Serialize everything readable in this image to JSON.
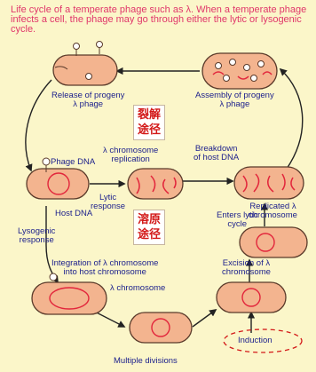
{
  "caption": "Life cycle of a temperate phage such as λ. When a temperate phage infects a cell, the phage may go through either the lytic or lysogenic cycle.",
  "labels": {
    "release": "Release of progeny\nλ phage",
    "assembly": "Assembly of progeny\nλ phage",
    "lambda_replication": "λ chromosome\nreplication",
    "breakdown": "Breakdown\nof host DNA",
    "phage_dna": "Phage DNA",
    "lytic_response": "Lytic\nresponse",
    "replicated": "Replicated λ\nchromosome",
    "host_dna": "Host DNA",
    "enters_lytic": "Enters lytic\ncycle",
    "lysogenic": "Lysogenic\nresponse",
    "integration": "Integration of λ chromosome\ninto host chromosome",
    "excision": "Excision of λ\nchromosome",
    "lambda_chromosome": "λ chromosome",
    "induction": "Induction",
    "multiple_divisions": "Multiple divisions"
  },
  "annotations": {
    "lytic_pathway": "裂解\n途径",
    "lysogenic_pathway": "溶原\n途径"
  },
  "colors": {
    "background": "#fbf6c9",
    "cell_fill": "#f3b48f",
    "cell_outline": "#5a3a2a",
    "dna_red": "#e2263c",
    "label_blue": "#1a1e8c",
    "caption_pink": "#e0366a",
    "arrow": "#222222",
    "annotation_red": "#d31919"
  }
}
